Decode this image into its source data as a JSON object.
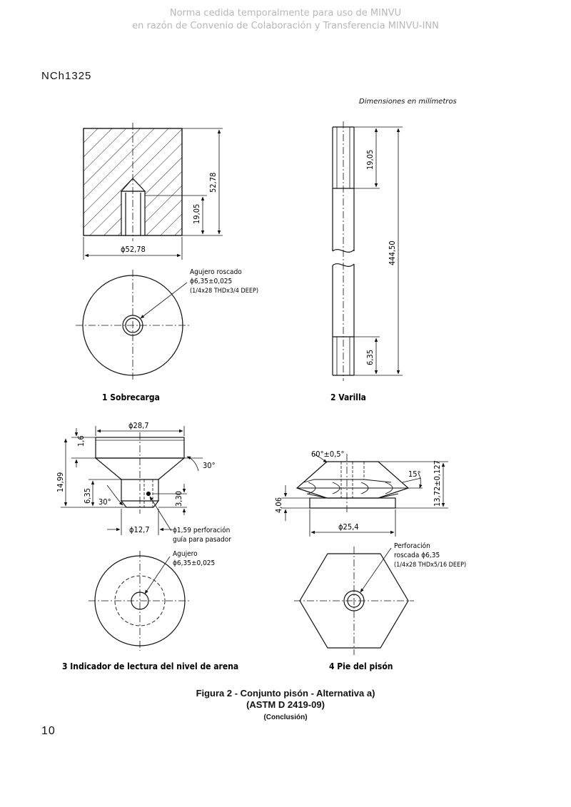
{
  "watermark": {
    "line1": "Norma cedida temporalmente para uso de MINVU",
    "line2": "en razón de Convenio de Colaboración y Transferencia MINVU-INN"
  },
  "header": {
    "code": "NCh1325"
  },
  "dims_note": "Dimensiones en milímetros",
  "parts": {
    "p1": {
      "title": "1  Sobrecarga",
      "dim_height": "52,78",
      "dim_hole_depth": "19,05",
      "dim_diameter": "ϕ52,78",
      "note_line1": "Agujero roscado",
      "note_line2": "ϕ6,35±0,025",
      "note_line3": "(1/4x28 THDx3/4 DEEP)"
    },
    "p2": {
      "title": "2  Varilla",
      "dim_top": "19,05",
      "dim_length": "444,50",
      "dim_bottom": "6,35"
    },
    "p3": {
      "title": "3  Indicador de lectura del nivel de arena",
      "dim_top_diameter": "ϕ28,7",
      "dim_thickness": "1,6",
      "dim_total_height": "14,99",
      "dim_stem": "6,35",
      "dim_angle_top": "30°",
      "dim_angle_bottom": "30°",
      "dim_hole_pos": "3,30",
      "dim_stem_diameter": "ϕ12,7",
      "note_pin_line1": "ϕ1,59 perforación",
      "note_pin_line2": "guía para pasador",
      "note_hole_line1": "Agujero",
      "note_hole_line2": "ϕ6,35±0,025"
    },
    "p4": {
      "title": "4  Pie del pisón",
      "dim_angle_top": "60°±0,5°",
      "dim_angle_side": "15°",
      "dim_height": "13,72±0,127",
      "dim_base": "4,06",
      "dim_diameter": "ϕ25,4",
      "note_line1": "Perforación",
      "note_line2": "roscada ϕ6,35",
      "note_line3": "(1/4x28 THDx5/16 DEEP)"
    }
  },
  "caption": {
    "line1": "Figura 2 - Conjunto pisón - Alternativa a)",
    "line2": "(ASTM D 2419-09)",
    "line3": "(Conclusión)"
  },
  "footer": {
    "page_number": "10"
  }
}
